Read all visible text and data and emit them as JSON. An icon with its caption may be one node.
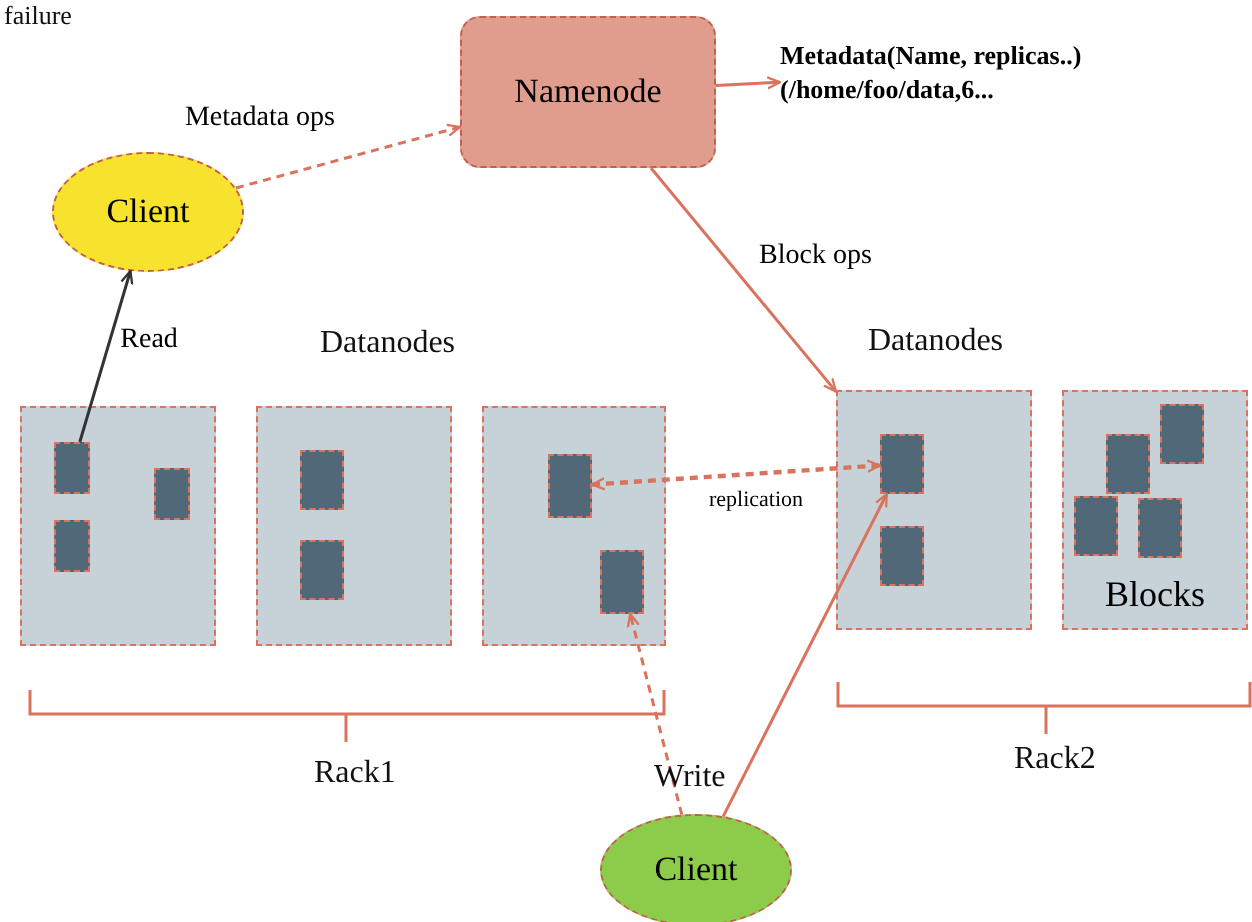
{
  "diagram": {
    "nodes": [
      {
        "text": [
          "Namenode"
        ]
      },
      {
        "text": [
          "Metadata(Name, replicas..) (/home/foo/data,6..."
        ]
      },
      {
        "text": [
          "Client"
        ]
      },
      {
        "text": [],
        "shape": "box"
      },
      {
        "text": [],
        "shape": "box",
        "in": 3
      },
      {
        "text": [],
        "shape": "box",
        "in": 3
      },
      {
        "text": [],
        "shape": "box",
        "in": 3
      },
      {
        "text": [],
        "shape": "box"
      },
      {
        "text": [],
        "shape": "box",
        "in": 7
      },
      {
        "text": [],
        "shape": "box",
        "in": 7
      },
      {
        "text": [],
        "shape": "box"
      },
      {
        "text": [],
        "shape": "box",
        "in": 10
      },
      {
        "text": [],
        "shape": "box",
        "in": 10
      },
      {
        "text": [],
        "shape": "box"
      },
      {
        "text": [],
        "shape": "box",
        "in": 13
      },
      {
        "text": [],
        "shape": "box",
        "in": 13
      },
      {
        "text": [
          "Blocks"
        ]
      },
      {
        "text": [],
        "shape": "box",
        "in": 16
      },
      {
        "text": [],
        "shape": "box",
        "in": 16
      },
      {
        "text": [],
        "shape": "box",
        "in": 16
      },
      {
        "text": [],
        "shape": "box",
        "in": 16
      },
      {
        "text": [
          "Client"
        ]
      }
    ],
    "edges": [
      {
        "from": 2,
        "to": 0,
        "arrow": "to",
        "label": "Metadata ops",
        "style": "dashed"
      },
      {
        "from": 0,
        "to": 1,
        "arrow": "to"
      },
      {
        "from": 0,
        "to": 13,
        "arrow": "to",
        "label": "Block ops"
      },
      {
        "from": 4,
        "to": 2,
        "arrow": "to",
        "label": "Read",
        "color": "#333333"
      },
      {
        "from": 11,
        "to": 14,
        "arrow": "both",
        "label": "replication",
        "style": "dashed"
      },
      {
        "from": 21,
        "to": 12,
        "arrow": "to",
        "style": "dashed"
      },
      {
        "from": 21,
        "to": 14,
        "arrow": "to"
      }
    ],
    "labels": [
      "failure",
      "Datanodes",
      "Datanodes",
      "Rack1",
      "Write",
      "Rack2"
    ]
  }
}
